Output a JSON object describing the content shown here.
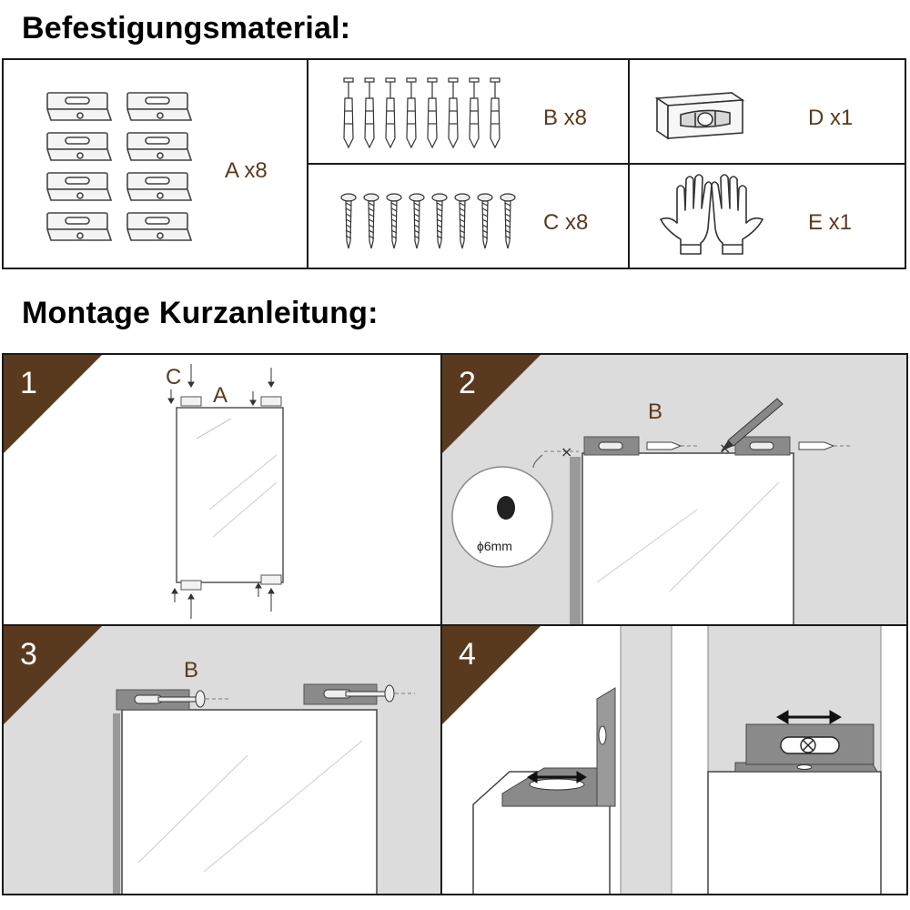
{
  "headings": {
    "materials": "Befestigungsmaterial:",
    "instructions": "Montage Kurzanleitung:"
  },
  "parts": [
    {
      "id": "A",
      "label": "A x8",
      "icon": "mounting-bracket-icon"
    },
    {
      "id": "B",
      "label": "B x8",
      "icon": "wall-plug-icon"
    },
    {
      "id": "C",
      "label": "C x8",
      "icon": "screw-icon"
    },
    {
      "id": "D",
      "label": "D x1",
      "icon": "spirit-level-icon"
    },
    {
      "id": "E",
      "label": "E x1",
      "icon": "gloves-icon"
    }
  ],
  "steps": [
    {
      "number": "1",
      "labels": {
        "c": "C",
        "a": "A"
      }
    },
    {
      "number": "2",
      "labels": {
        "b": "B",
        "drill": "ϕ6mm"
      }
    },
    {
      "number": "3",
      "labels": {
        "b": "B"
      }
    },
    {
      "number": "4",
      "labels": {}
    }
  ],
  "colors": {
    "accent_brown": "#5a3a1f",
    "label_brown": "#5b3a1e",
    "panel_grey": "#dcdcdc",
    "bracket_grey": "#8a8a8a"
  }
}
